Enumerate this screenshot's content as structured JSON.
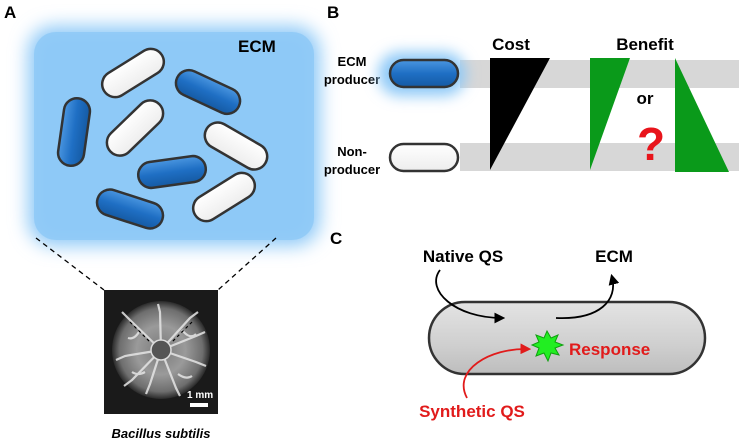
{
  "panels": {
    "a": {
      "letter": "A",
      "ecm_label": "ECM",
      "scale_bar_label": "1 mm",
      "species_caption": "Bacillus subtilis"
    },
    "b": {
      "letter": "B",
      "cost_label": "Cost",
      "benefit_label": "Benefit",
      "producer_label_line1": "ECM",
      "producer_label_line2": "producer",
      "nonproducer_label_line1": "Non-",
      "nonproducer_label_line2": "producer",
      "or_label": "or",
      "question_mark": "?"
    },
    "c": {
      "letter": "C",
      "native_qs_label": "Native QS",
      "ecm_label": "ECM",
      "response_label": "Response",
      "synthetic_qs_label": "Synthetic QS"
    }
  },
  "colors": {
    "ecm_glow": "#8ec9f7",
    "producer_blue": "#1f6fc4",
    "cost_black": "#000000",
    "benefit_green": "#0a9a1a",
    "question_red": "#e8141b",
    "response_green": "#22ee22",
    "response_red": "#e11b1b",
    "band_gray": "#d7d7d7"
  }
}
